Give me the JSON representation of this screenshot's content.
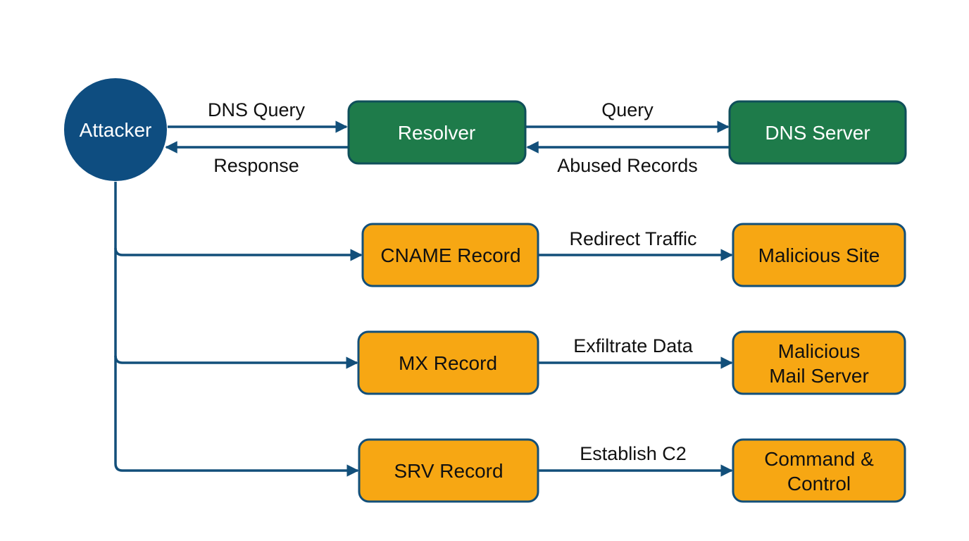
{
  "colors": {
    "attacker_fill": "#0e4d80",
    "green_fill": "#1e7b4a",
    "green_stroke": "#0f4f5a",
    "orange_fill": "#f7a713",
    "orange_stroke": "#124f7a",
    "edge": "#124f7a",
    "text_light": "#ffffff",
    "text_dark": "#111111"
  },
  "nodes": {
    "attacker": {
      "label": "Attacker"
    },
    "resolver": {
      "label": "Resolver"
    },
    "dns_server": {
      "label": "DNS Server"
    },
    "cname_record": {
      "label": "CNAME Record"
    },
    "malicious_site": {
      "label": "Malicious Site"
    },
    "mx_record": {
      "label": "MX Record"
    },
    "malicious_mail_server": {
      "label_line1": "Malicious",
      "label_line2": "Mail Server"
    },
    "srv_record": {
      "label": "SRV Record"
    },
    "command_control": {
      "label_line1": "Command &",
      "label_line2": "Control"
    }
  },
  "edges": {
    "dns_query": "DNS Query",
    "response": "Response",
    "query": "Query",
    "abused_records": "Abused Records",
    "redirect_traffic": "Redirect Traffic",
    "exfiltrate_data": "Exfiltrate Data",
    "establish_c2": "Establish C2"
  }
}
